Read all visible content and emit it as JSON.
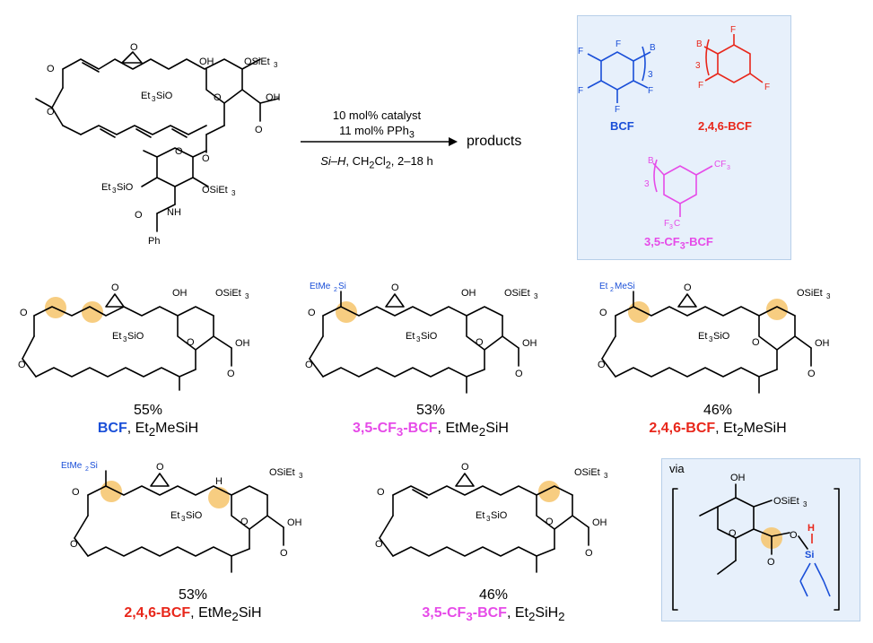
{
  "reaction": {
    "catalyst_line": "10 mol% catalyst",
    "phosphine_line_pre": "11 mol% PPh",
    "phosphine_sub": "3",
    "solvent_pre_italic": "Si–H",
    "solvent_rest_pre": ", CH",
    "solvent_sub1": "2",
    "solvent_mid": "Cl",
    "solvent_sub2": "2",
    "solvent_post": ", 2–18 h",
    "products": "products"
  },
  "catalysts": {
    "bcf": "BCF",
    "bcf246": "2,4,6-BCF",
    "bcf35_pre": "3,5-CF",
    "bcf35_sub": "3",
    "bcf35_post": "-BCF"
  },
  "results": [
    {
      "yield": "55%",
      "cat": "BCF",
      "silane_pre": "Et",
      "silane_sub": "2",
      "silane_post": "MeSiH"
    },
    {
      "yield": "53%",
      "cat_pre": "3,5-CF",
      "cat_sub": "3",
      "cat_post": "-BCF",
      "silane_pre": "EtMe",
      "silane_sub": "2",
      "silane_post": "SiH"
    },
    {
      "yield": "46%",
      "cat": "2,4,6-BCF",
      "silane_pre": "Et",
      "silane_sub": "2",
      "silane_post": "MeSiH"
    },
    {
      "yield": "53%",
      "cat": "2,4,6-BCF",
      "silane_pre": "EtMe",
      "silane_sub": "2",
      "silane_post": "SiH"
    },
    {
      "yield": "46%",
      "cat_pre": "3,5-CF",
      "cat_sub": "3",
      "cat_post": "-BCF",
      "silane_pre": "Et",
      "silane_sub": "2",
      "silane_post": "SiH",
      "silane_sub2": "2"
    }
  ],
  "via_label": "via",
  "atoms": {
    "O": "O",
    "OH": "OH",
    "OSiEt3": "OSiEt3",
    "Et3SiO": "Et3SiO",
    "NH": "NH",
    "Ph": "Ph",
    "EtMe2Si": "EtMe2Si",
    "Et2MeSi": "Et2MeSi",
    "H": "H",
    "Si": "Si",
    "B": "B",
    "F": "F",
    "CF3": "CF3",
    "F3C": "F3C",
    "n3": "3"
  },
  "colors": {
    "blue": "#1a4fd8",
    "red": "#e8271b",
    "pink": "#e64be8",
    "highlight": "#f6c46b",
    "box_fill": "#e7f0fb"
  }
}
